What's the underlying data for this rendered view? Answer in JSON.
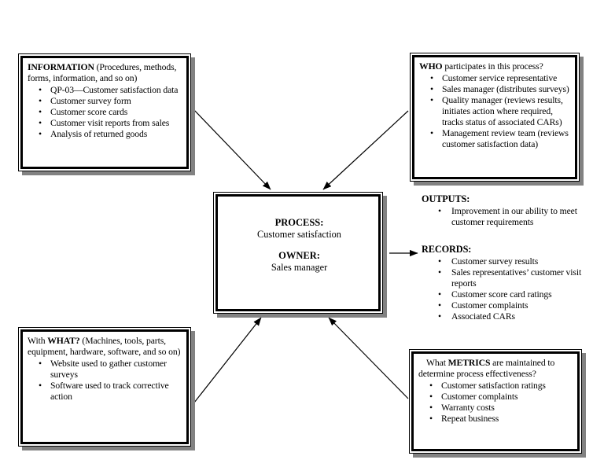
{
  "colors": {
    "shadow": "#828282",
    "line": "#000000",
    "bg": "#ffffff",
    "text": "#000000"
  },
  "information_box": {
    "bold": "INFORMATION",
    "rest": " (Procedures, methods, forms, information, and so on)",
    "items": [
      "QP-03—Customer satisfaction data",
      "Customer survey form",
      "Customer score cards",
      "Customer visit reports from sales",
      "Analysis of returned goods"
    ]
  },
  "who_box": {
    "bold": "WHO",
    "rest": " participates in this process?",
    "items": [
      "Customer service representative",
      "Sales manager (distributes surveys)",
      "Quality manager (reviews results, initiates action where required, tracks status of associated CARs)",
      "Management review team (reviews customer satisfaction data)"
    ]
  },
  "process_box": {
    "process_label": "PROCESS:",
    "process_value": "Customer satisfaction",
    "owner_label": "OWNER:",
    "owner_value": "Sales manager"
  },
  "outputs_section": {
    "heading": "OUTPUTS:",
    "items": [
      "Improvement in our ability to meet customer requirements"
    ]
  },
  "records_section": {
    "heading": "RECORDS:",
    "items": [
      "Customer survey results",
      "Sales representatives’ customer visit reports",
      "Customer score card ratings",
      "Customer complaints",
      "Associated CARs"
    ]
  },
  "what_box": {
    "prefix": "With ",
    "bold": "WHAT?",
    "rest": " (Machines, tools, parts, equipment, hardware, software, and so on)",
    "items": [
      "Website used to gather customer surveys",
      "Software used to track corrective action"
    ]
  },
  "metrics_box": {
    "prefix": "What ",
    "bold": "METRICS",
    "rest": " are maintained to determine process effectiveness?",
    "items": [
      "Customer satisfaction ratings",
      "Customer complaints",
      "Warranty costs",
      "Repeat business"
    ]
  }
}
